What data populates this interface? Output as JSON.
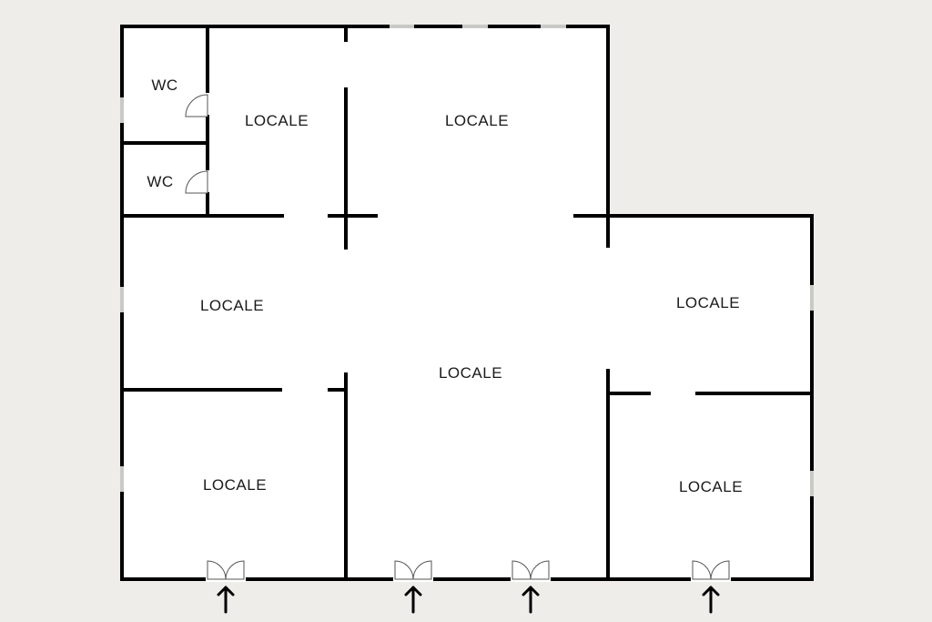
{
  "rooms": [
    {
      "id": "wc-upper",
      "label": "WC"
    },
    {
      "id": "wc-lower",
      "label": "WC"
    },
    {
      "id": "locale-top-mid",
      "label": "LOCALE"
    },
    {
      "id": "locale-top-right",
      "label": "LOCALE"
    },
    {
      "id": "locale-left-mid",
      "label": "LOCALE"
    },
    {
      "id": "locale-center",
      "label": "LOCALE"
    },
    {
      "id": "locale-right-mid",
      "label": "LOCALE"
    },
    {
      "id": "locale-bottom-left",
      "label": "LOCALE"
    },
    {
      "id": "locale-bottom-right",
      "label": "LOCALE"
    }
  ],
  "entrances": 4,
  "colors": {
    "background": "#efedea",
    "plan": "#ffffff",
    "wall": "#000000",
    "window": "#c9c9c6",
    "text": "#1a1a1a"
  },
  "icons": [
    "entrance-arrow-icon",
    "door-icon"
  ]
}
